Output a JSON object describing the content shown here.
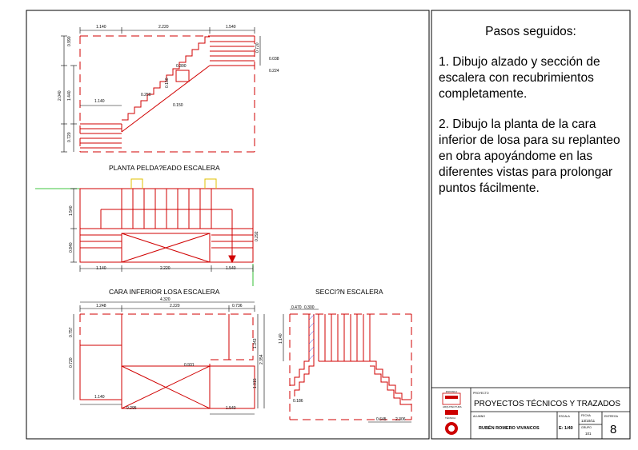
{
  "notes": {
    "title": "Pasos seguidos:",
    "step1": "1. Dibujo alzado y sección de escalera con recubrimientos completamente.",
    "step2": "2. Dibujo la planta de la cara inferior de losa para su replanteo en obra apoyándome en las diferentes vistas para prolongar puntos fácilmente."
  },
  "views": {
    "plan_title": "PLANTA PELDA?EADO ESCALERA",
    "underside_title": "CARA INFERIOR LOSA ESCALERA",
    "section_title": "SECCI?N ESCALERA"
  },
  "dimensions": {
    "elev_top": [
      "1.140",
      "2.220",
      "1.540"
    ],
    "elev_left": [
      "0.990",
      "2.040",
      "1.440",
      "0.720"
    ],
    "elev_right": [
      "0.720"
    ],
    "elev_misc": [
      "1.140",
      "0.300",
      "0.150",
      "0.250",
      "0.150",
      "0.038",
      "0.224"
    ],
    "plan_left": [
      "1.540",
      "0.840"
    ],
    "plan_bottom": [
      "1.140",
      "2.220",
      "1.540"
    ],
    "plan_right": [
      "0.292"
    ],
    "under_total": "4.320",
    "under_top": [
      "1.248",
      "2.220",
      "0.736"
    ],
    "under_left": [
      "0.757",
      "0.720"
    ],
    "under_right": [
      "1.343",
      "2.354",
      "1.015"
    ],
    "under_bottom": [
      "1.140",
      "1.540"
    ],
    "under_misc": [
      "0.931",
      "0.295"
    ],
    "section_top": [
      "0.470",
      "0.300"
    ],
    "section_left": [
      "1.140"
    ],
    "section_misc": [
      "0.186"
    ],
    "section_bottom": [
      "0.645",
      "2.306"
    ]
  },
  "title_block": {
    "project_label": "PROYECTO",
    "project": "PROYECTOS TÉCNICOS Y TRAZADOS",
    "author_label": "ALUMNO",
    "author": "RUBÉN ROMERO VIVANCOS",
    "scale_label": "ESCALA",
    "scale": "E: 1/40",
    "date_label": "FECHA",
    "date": "13/10/11",
    "group_label": "GRUPO",
    "group": "101",
    "sheet_label": "ENTREGA",
    "sheet_number": "8",
    "school_line1": "ESCUELA",
    "school_line2": "ARQUITECTURA",
    "school_line3": "TÉCNICA"
  }
}
